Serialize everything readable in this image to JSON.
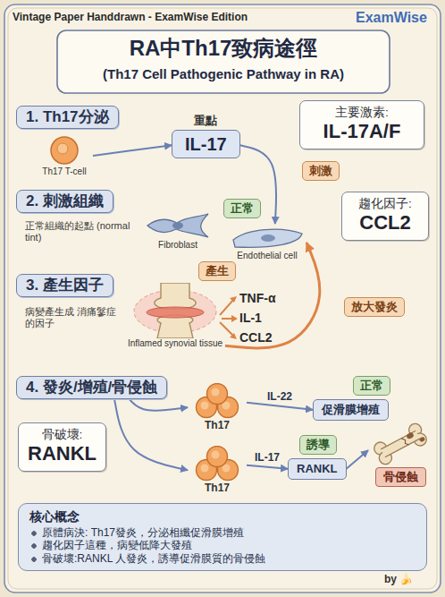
{
  "diagram": {
    "title": "RA中Th17致病途徑",
    "nodes": [
      {
        "text": [
          "1. Th17分泌"
        ]
      },
      {
        "text": [
          "Th17 T-cell"
        ]
      },
      {
        "text": [
          "重點",
          "IL-17"
        ]
      },
      {
        "text": [
          "主要激素:",
          "IL-17A/F"
        ]
      },
      {
        "text": [
          "刺激"
        ]
      },
      {
        "text": [
          "2. 刺激組織"
        ]
      },
      {
        "text": [
          "正常"
        ]
      },
      {
        "text": [
          "Fibroblast"
        ]
      },
      {
        "text": [
          "Endothelial cell"
        ]
      },
      {
        "text": [
          "趨化因子:",
          "CCL2"
        ]
      },
      {
        "text": [
          "3. 產生因子"
        ]
      },
      {
        "text": [
          "產生"
        ]
      },
      {
        "text": [
          "Inflamed synovial tissue"
        ]
      },
      {
        "text": [
          "放大發炎"
        ]
      },
      {
        "text": [
          "4. 發炎/增殖/骨侵蝕"
        ]
      },
      {
        "text": [
          "骨破壞:",
          "RANKL"
        ]
      },
      {
        "text": [
          "Th17"
        ]
      },
      {
        "text": [
          "正常"
        ]
      },
      {
        "text": [
          "促滑膜增殖"
        ]
      },
      {
        "text": [
          "Th17"
        ]
      },
      {
        "text": [
          "誘導"
        ]
      },
      {
        "text": [
          "RANKL"
        ]
      },
      {
        "text": [
          "骨侵蝕"
        ]
      },
      {
        "text": [
          "核心概念",
          "原體病決: Th17發炎，分泌相纖促滑膜增殖",
          "趨化因子這種，病變低降大發殖",
          "骨破壞:RANKL 人發炎，誘導促滑膜質的骨侵蝕"
        ]
      }
    ],
    "edges": [
      {
        "from": 1,
        "to": 2,
        "arrow": "to"
      },
      {
        "from": 2,
        "to": 8,
        "arrow": "to"
      },
      {
        "from": 12,
        "to": 8,
        "arrow": "to"
      },
      {
        "from": 14,
        "to": 16,
        "arrow": "to"
      },
      {
        "from": 14,
        "to": 19,
        "arrow": "to"
      },
      {
        "from": 16,
        "to": 18,
        "label": "IL-22",
        "arrow": "to"
      },
      {
        "from": 19,
        "to": 21,
        "label": "IL-17",
        "arrow": "to"
      },
      {
        "from": 21,
        "to": 22,
        "arrow": "to"
      }
    ],
    "labels": [
      "Vintage Paper Handdrawn - ExamWise Edition",
      "ExamWise",
      "(Th17 Cell Pathogenic Pathway in RA)",
      "正常組織的起點 (normal tint)",
      "病變產生成 消痛鬖症的因子",
      "TNF-α",
      "IL-1",
      "CCL2",
      "by 🍌"
    ]
  }
}
